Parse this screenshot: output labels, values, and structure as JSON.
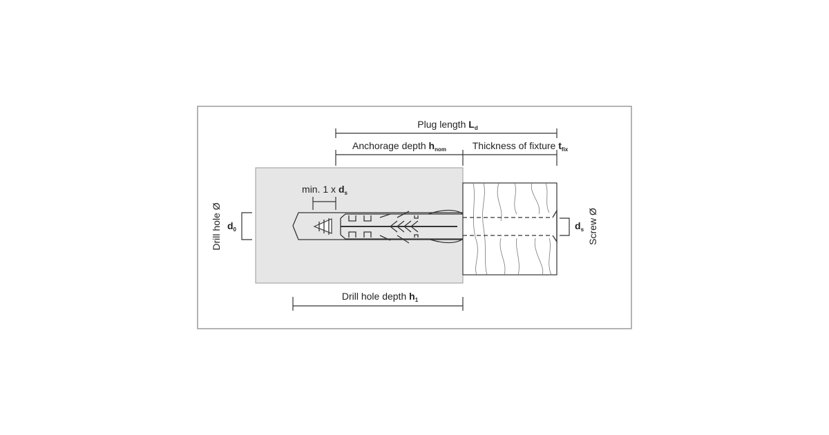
{
  "labels": {
    "plug_length": {
      "text": "Plug length ",
      "symbol": "L",
      "subscript": "d"
    },
    "anchorage_depth": {
      "text": "Anchorage depth ",
      "symbol": "h",
      "subscript": "nom"
    },
    "thickness_of_fixture": {
      "text": "Thickness of fixture ",
      "symbol": "t",
      "subscript": "fix"
    },
    "min_spacing": {
      "text": "min. 1 x ",
      "symbol": "d",
      "subscript": "s"
    },
    "drill_hole_diameter": {
      "text": "Drill hole Ø",
      "symbol": "d",
      "subscript": "0"
    },
    "screw_diameter": {
      "text": "Screw Ø",
      "symbol": "d",
      "subscript": "s"
    },
    "drill_hole_depth": {
      "text": "Drill hole depth ",
      "symbol": "h",
      "subscript": "1"
    }
  },
  "colors": {
    "frame": "#9a9a9a",
    "concrete": "#e6e6e6",
    "line": "#333333"
  }
}
